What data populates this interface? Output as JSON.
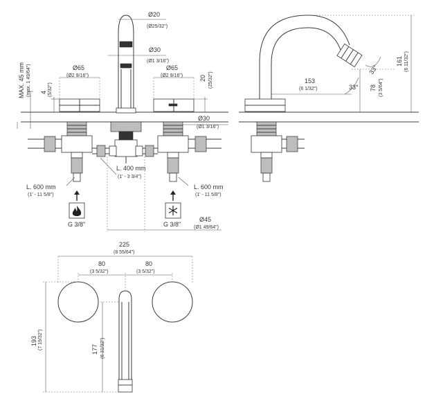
{
  "dims": {
    "spout_dia": "Ø20",
    "spout_dia_in": "(Ø25/32\")",
    "body_dia": "Ø30",
    "body_dia_in": "(Ø1 3/16\")",
    "handle_dia_left": "Ø65",
    "handle_dia_left_in": "(Ø2 9/16\")",
    "handle_dia_right": "Ø65",
    "handle_dia_right_in": "(Ø2 9/16\")",
    "max_thickness": "MAX. 45 mm",
    "max_thickness_in": "(max. 1 49/64\")",
    "handle_height_left": "4",
    "handle_height_left_in": "(5/32\")",
    "handle_height_right": "20",
    "handle_height_right_in": "(25/32\")",
    "body_dia_lower": "Ø30",
    "body_dia_lower_in": "(Ø1 3/16\")",
    "hose_mid": "L. 400 mm",
    "hose_mid_in": "(1' - 3 3/4\")",
    "hose_left": "L. 600 mm",
    "hose_left_in": "(1' - 11 5/8\")",
    "hose_right": "L. 600 mm",
    "hose_right_in": "(1' - 11 5/8\")",
    "thread_left": "G 3/8\"",
    "thread_right": "G 3/8\"",
    "flange_dia": "Ø45",
    "flange_dia_in": "(Ø1 49/64\")",
    "spout_reach": "153",
    "spout_reach_in": "(6 1/32\")",
    "spout_angle_a": "33°",
    "spout_angle_b": "33°",
    "outlet_height": "78",
    "outlet_height_in": "(3 5/64\")",
    "total_height": "161",
    "total_height_in": "(6 11/32\")",
    "overall_width": "225",
    "overall_width_in": "(8 55/64\")",
    "spacing_left": "80",
    "spacing_left_in": "(3 5/32\")",
    "spacing_right": "80",
    "spacing_right_in": "(3 5/32\")",
    "depth_total": "193",
    "depth_total_in": "(7 19/32\")",
    "spout_length": "177",
    "spout_length_in": "(6 31/32\")"
  },
  "icons": {
    "hot": "flame-icon",
    "cold": "snowflake-icon"
  },
  "colors": {
    "line": "#333333",
    "metal_fill": "#bdbdbd",
    "hot_water_icon": "#222222",
    "cold_water_icon": "#222222"
  }
}
